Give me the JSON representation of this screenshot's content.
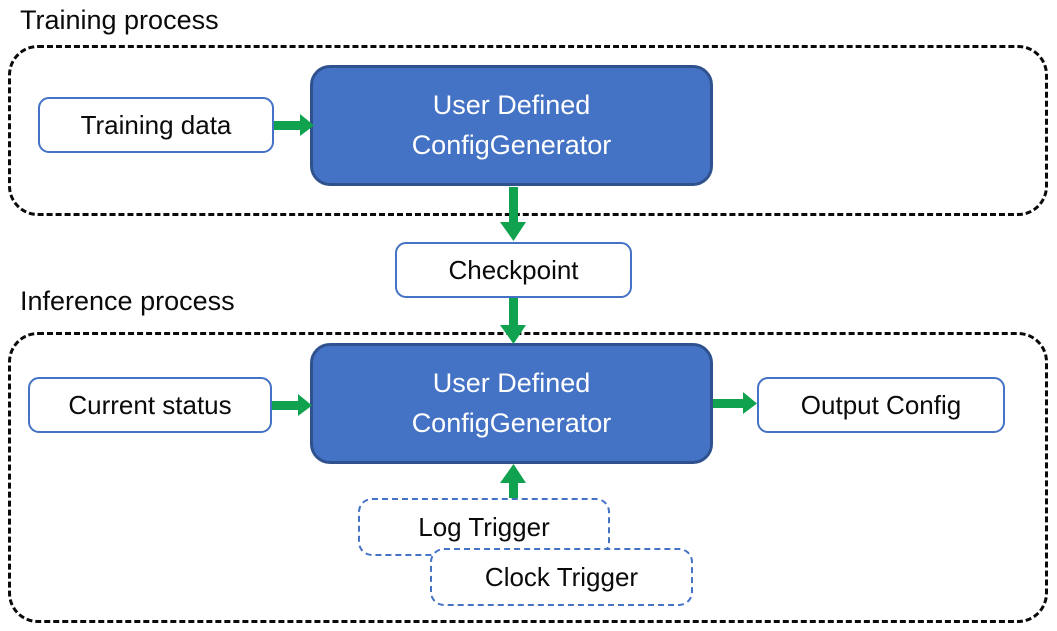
{
  "colors": {
    "generator_fill": "#4472C4",
    "generator_border": "#2F528F",
    "node_border": "#4472C4",
    "trigger_border": "#4472C4",
    "container_border": "#0A0A0A",
    "arrow_green": "#10A24F",
    "text_dark": "#0A0A0A",
    "text_light": "#FFFFFF"
  },
  "training": {
    "label": "Training process",
    "input_label": "Training data",
    "generator": {
      "line1": "User Defined",
      "line2": "ConfigGenerator"
    }
  },
  "checkpoint": {
    "label": "Checkpoint"
  },
  "inference": {
    "label": "Inference process",
    "input_label": "Current status",
    "generator": {
      "line1": "User Defined",
      "line2": "ConfigGenerator"
    },
    "output_label": "Output Config",
    "triggers": [
      "Log Trigger",
      "Clock Trigger"
    ]
  }
}
